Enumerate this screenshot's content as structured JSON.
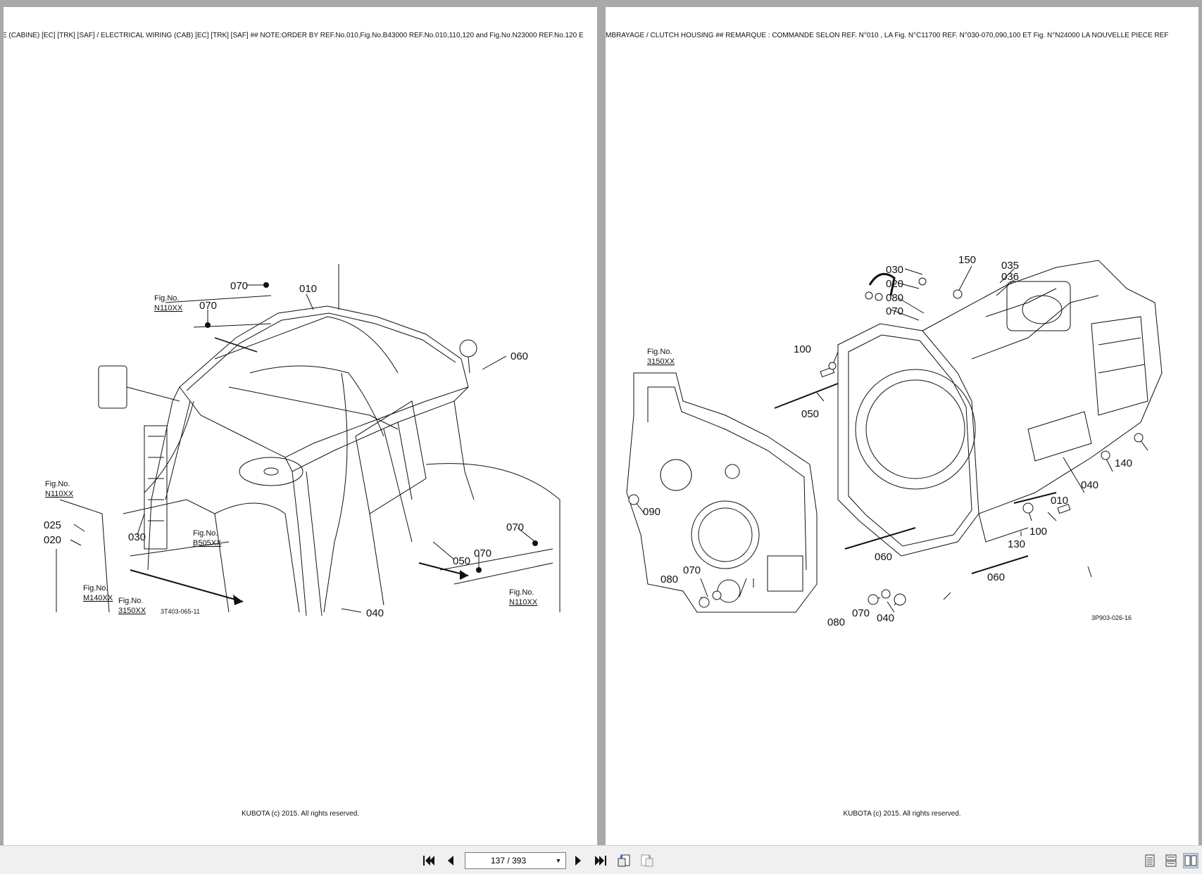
{
  "left_page": {
    "header": "E (CABINE) [EC] [TRK] [SAF] / ELECTRICAL WIRING (CAB) [EC] [TRK] [SAF] ## NOTE:ORDER BY REF.No.010,Fig.No.B43000 REF.No.010,110,120 and Fig.No.N23000 REF.No.120 E",
    "footer": "KUBOTA (c) 2015. All rights reserved.",
    "drawing_code": "3T403-065-11",
    "callouts": {
      "c070a": "070",
      "c010": "010",
      "c070b": "070",
      "c060": "060",
      "c025": "025",
      "c020": "020",
      "c030": "030",
      "c070c": "070",
      "c070d": "070",
      "c050": "050",
      "c040": "040"
    },
    "fig_refs": {
      "f1_label": "Fig.No.",
      "f1_code": "N110XX",
      "f2_label": "Fig.No.",
      "f2_code": "N110XX",
      "f3_label": "Fig.No.",
      "f3_code": "B505XX",
      "f4_label": "Fig.No.",
      "f4_code": "M140XX",
      "f5_label": "Fig.No.",
      "f5_code": "3150XX",
      "f6_label": "Fig.No.",
      "f6_code": "N110XX"
    }
  },
  "right_page": {
    "header": "MBRAYAGE / CLUTCH HOUSING ## REMARQUE : COMMANDE SELON RÉF. N°010 , LA Fig. N°C11700 RÉF. N°030-070,090,100 ET Fig. N°N24000  LA NOUVELLE PIÈCE RÉF",
    "footer": "KUBOTA (c) 2015. All rights reserved.",
    "drawing_code": "3P903-026-16",
    "callouts": {
      "c030": "030",
      "c150": "150",
      "c035": "035",
      "c036": "036",
      "c020": "020",
      "c080a": "080",
      "c070a": "070",
      "c100a": "100",
      "c050": "050",
      "c090": "090",
      "c140": "140",
      "c040a": "040",
      "c010": "010",
      "c100b": "100",
      "c130": "130",
      "c060a": "060",
      "c060b": "060",
      "c080b": "080",
      "c070b": "070",
      "c080c": "080",
      "c070c": "070",
      "c040b": "040"
    },
    "fig_refs": {
      "f1_label": "Fig.No.",
      "f1_code": "3150XX"
    }
  },
  "toolbar": {
    "page_indicator": "137 / 393",
    "icons": {
      "first": "first-page-icon",
      "prev": "previous-page-icon",
      "next": "next-page-icon",
      "last": "last-page-icon",
      "back": "go-back-icon",
      "forward": "go-forward-icon",
      "single": "single-page-view-icon",
      "continuous": "continuous-view-icon",
      "facing": "facing-pages-view-icon"
    }
  }
}
